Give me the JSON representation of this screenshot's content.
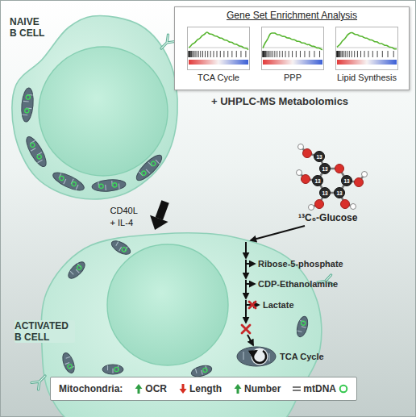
{
  "diagram": {
    "nodes": [
      {
        "text": [
          "NAIVE B CELL"
        ]
      },
      {
        "text": [
          "Gene Set Enrichment Analysis"
        ]
      },
      {
        "text": [
          "TCA Cycle"
        ],
        "in": 1
      },
      {
        "text": [
          "PPP"
        ],
        "in": 1
      },
      {
        "text": [
          "Lipid Synthesis"
        ],
        "in": 1
      },
      {
        "text": [
          "ACTIVATED B CELL"
        ]
      }
    ],
    "edges": [
      {
        "from": 0,
        "to": 5,
        "label": "CD40L + IL-4",
        "arrow": "to"
      }
    ],
    "labels": [
      "+ UHPLC-MS Metabolomics",
      "13",
      "13",
      "13",
      "13",
      "13",
      "13",
      "¹³C₆-Glucose",
      "Ribose-5-phosphate",
      "CDP-Ethanolamine",
      "Lactate",
      "TCA Cycle",
      "Mitochondria:"
    ],
    "legend": [
      {
        "text": "OCR"
      },
      {
        "text": "Length"
      },
      {
        "text": "Number"
      },
      {
        "text": "mtDNA"
      }
    ]
  }
}
